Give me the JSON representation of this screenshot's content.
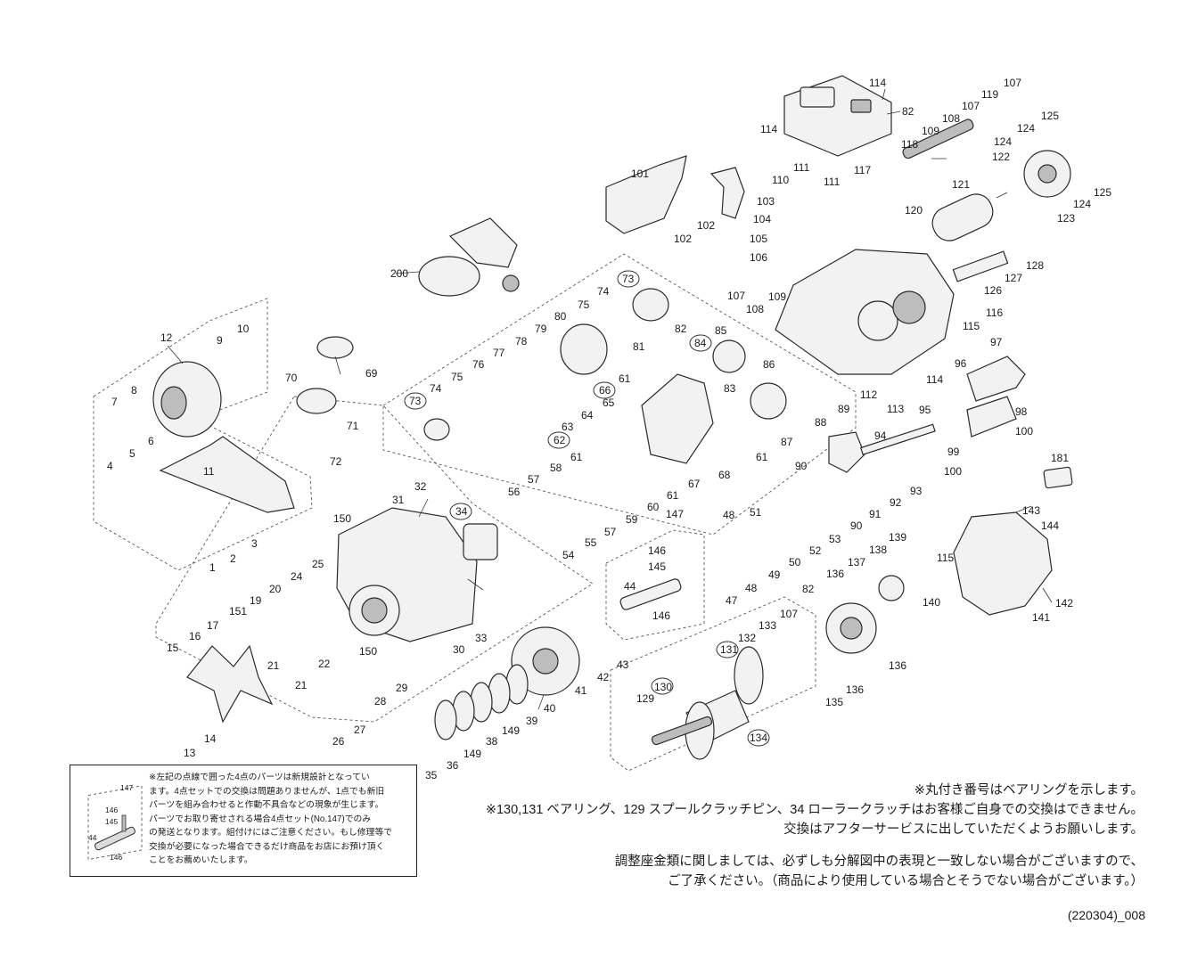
{
  "callouts": {
    "c1": "1",
    "c2": "2",
    "c3": "3",
    "c4": "4",
    "c5": "5",
    "c6": "6",
    "c7": "7",
    "c8": "8",
    "c9": "9",
    "c10": "10",
    "c11": "11",
    "c12": "12",
    "c13": "13",
    "c14": "14",
    "c15": "15",
    "c16": "16",
    "c17": "17",
    "c19": "19",
    "c20": "20",
    "c21a": "21",
    "c21b": "21",
    "c22": "22",
    "c24": "24",
    "c25": "25",
    "c26": "26",
    "c27": "27",
    "c28": "28",
    "c29": "29",
    "c30": "30",
    "c31": "31",
    "c32": "32",
    "c33": "33",
    "c34": "34",
    "c35": "35",
    "c36": "36",
    "c38": "38",
    "c39": "39",
    "c40": "40",
    "c41": "41",
    "c42": "42",
    "c43": "43",
    "c44": "44",
    "c47": "47",
    "c48a": "48",
    "c48b": "48",
    "c49": "49",
    "c50": "50",
    "c51": "51",
    "c52": "52",
    "c53": "53",
    "c54": "54",
    "c55": "55",
    "c56": "56",
    "c57a": "57",
    "c57b": "57",
    "c58": "58",
    "c59": "59",
    "c60": "60",
    "c61a": "61",
    "c61b": "61",
    "c61c": "61",
    "c61d": "61",
    "c62": "62",
    "c63": "63",
    "c64": "64",
    "c65": "65",
    "c66": "66",
    "c67": "67",
    "c68": "68",
    "c69": "69",
    "c70": "70",
    "c71": "71",
    "c72": "72",
    "c73a": "73",
    "c73b": "73",
    "c74a": "74",
    "c74b": "74",
    "c75a": "75",
    "c75b": "75",
    "c76": "76",
    "c77": "77",
    "c78": "78",
    "c79": "79",
    "c80": "80",
    "c81": "81",
    "c82a": "82",
    "c82b": "82",
    "c82c": "82",
    "c83": "83",
    "c84": "84",
    "c85": "85",
    "c86": "86",
    "c87": "87",
    "c88": "88",
    "c89": "89",
    "c90a": "90",
    "c90b": "90",
    "c91": "91",
    "c92": "92",
    "c93": "93",
    "c94": "94",
    "c95": "95",
    "c96": "96",
    "c97": "97",
    "c98": "98",
    "c99": "99",
    "c100a": "100",
    "c100b": "100",
    "c101": "101",
    "c102a": "102",
    "c102b": "102",
    "c103": "103",
    "c104": "104",
    "c105": "105",
    "c106": "106",
    "c107a": "107",
    "c107b": "107",
    "c107c": "107",
    "c107d": "107",
    "c108a": "108",
    "c108b": "108",
    "c109a": "109",
    "c109b": "109",
    "c110": "110",
    "c111a": "111",
    "c111b": "111",
    "c112": "112",
    "c113": "113",
    "c114a": "114",
    "c114b": "114",
    "c114c": "114",
    "c115a": "115",
    "c115b": "115",
    "c116": "116",
    "c117": "117",
    "c118": "118",
    "c119": "119",
    "c120": "120",
    "c121": "121",
    "c122": "122",
    "c123": "123",
    "c124a": "124",
    "c124b": "124",
    "c124c": "124",
    "c125a": "125",
    "c125b": "125",
    "c126": "126",
    "c127": "127",
    "c128": "128",
    "c129": "129",
    "c130": "130",
    "c131": "131",
    "c132": "132",
    "c133": "133",
    "c134": "134",
    "c135": "135",
    "c136a": "136",
    "c136b": "136",
    "c136c": "136",
    "c137": "137",
    "c138": "138",
    "c139": "139",
    "c140": "140",
    "c141": "141",
    "c142": "142",
    "c143": "143",
    "c144": "144",
    "c145": "145",
    "c146a": "146",
    "c146b": "146",
    "c147": "147",
    "c149a": "149",
    "c149b": "149",
    "c150a": "150",
    "c150b": "150",
    "c151": "151",
    "c181": "181",
    "c200": "200"
  },
  "notice": {
    "lines": [
      "※左記の点線で囲った4点のパーツは新規設計となってい",
      "ます。4点セットでの交換は問題ありませんが、1点でも新旧",
      "パーツを組み合わせると作動不具合などの現象が生じます。",
      "パーツでお取り寄せされる場合4点セット(No.147)でのみ",
      "の発送となります。組付けにはご注意ください。もし修理等で",
      "交換が必要になった場合できるだけ商品をお店にお預け頂く",
      "ことをお薦めいたします。"
    ],
    "mini_labels": {
      "m147": "147",
      "m146a": "146",
      "m145": "145",
      "m44": "44",
      "m146b": "146"
    }
  },
  "notes": {
    "line1": "※丸付き番号はベアリングを示します。",
    "line2": "※130,131 ベアリング、129 スプールクラッチピン、34 ローラークラッチはお客様ご自身での交換はできません。",
    "line3": "交換はアフターサービスに出していただくようお願いします。",
    "line4": "調整座金類に関しましては、必ずしも分解図中の表現と一致しない場合がございますので、",
    "line5": "ご了承ください。（商品により使用している場合とそうでない場合がございます。）"
  },
  "doc_code": "(220304)_008"
}
